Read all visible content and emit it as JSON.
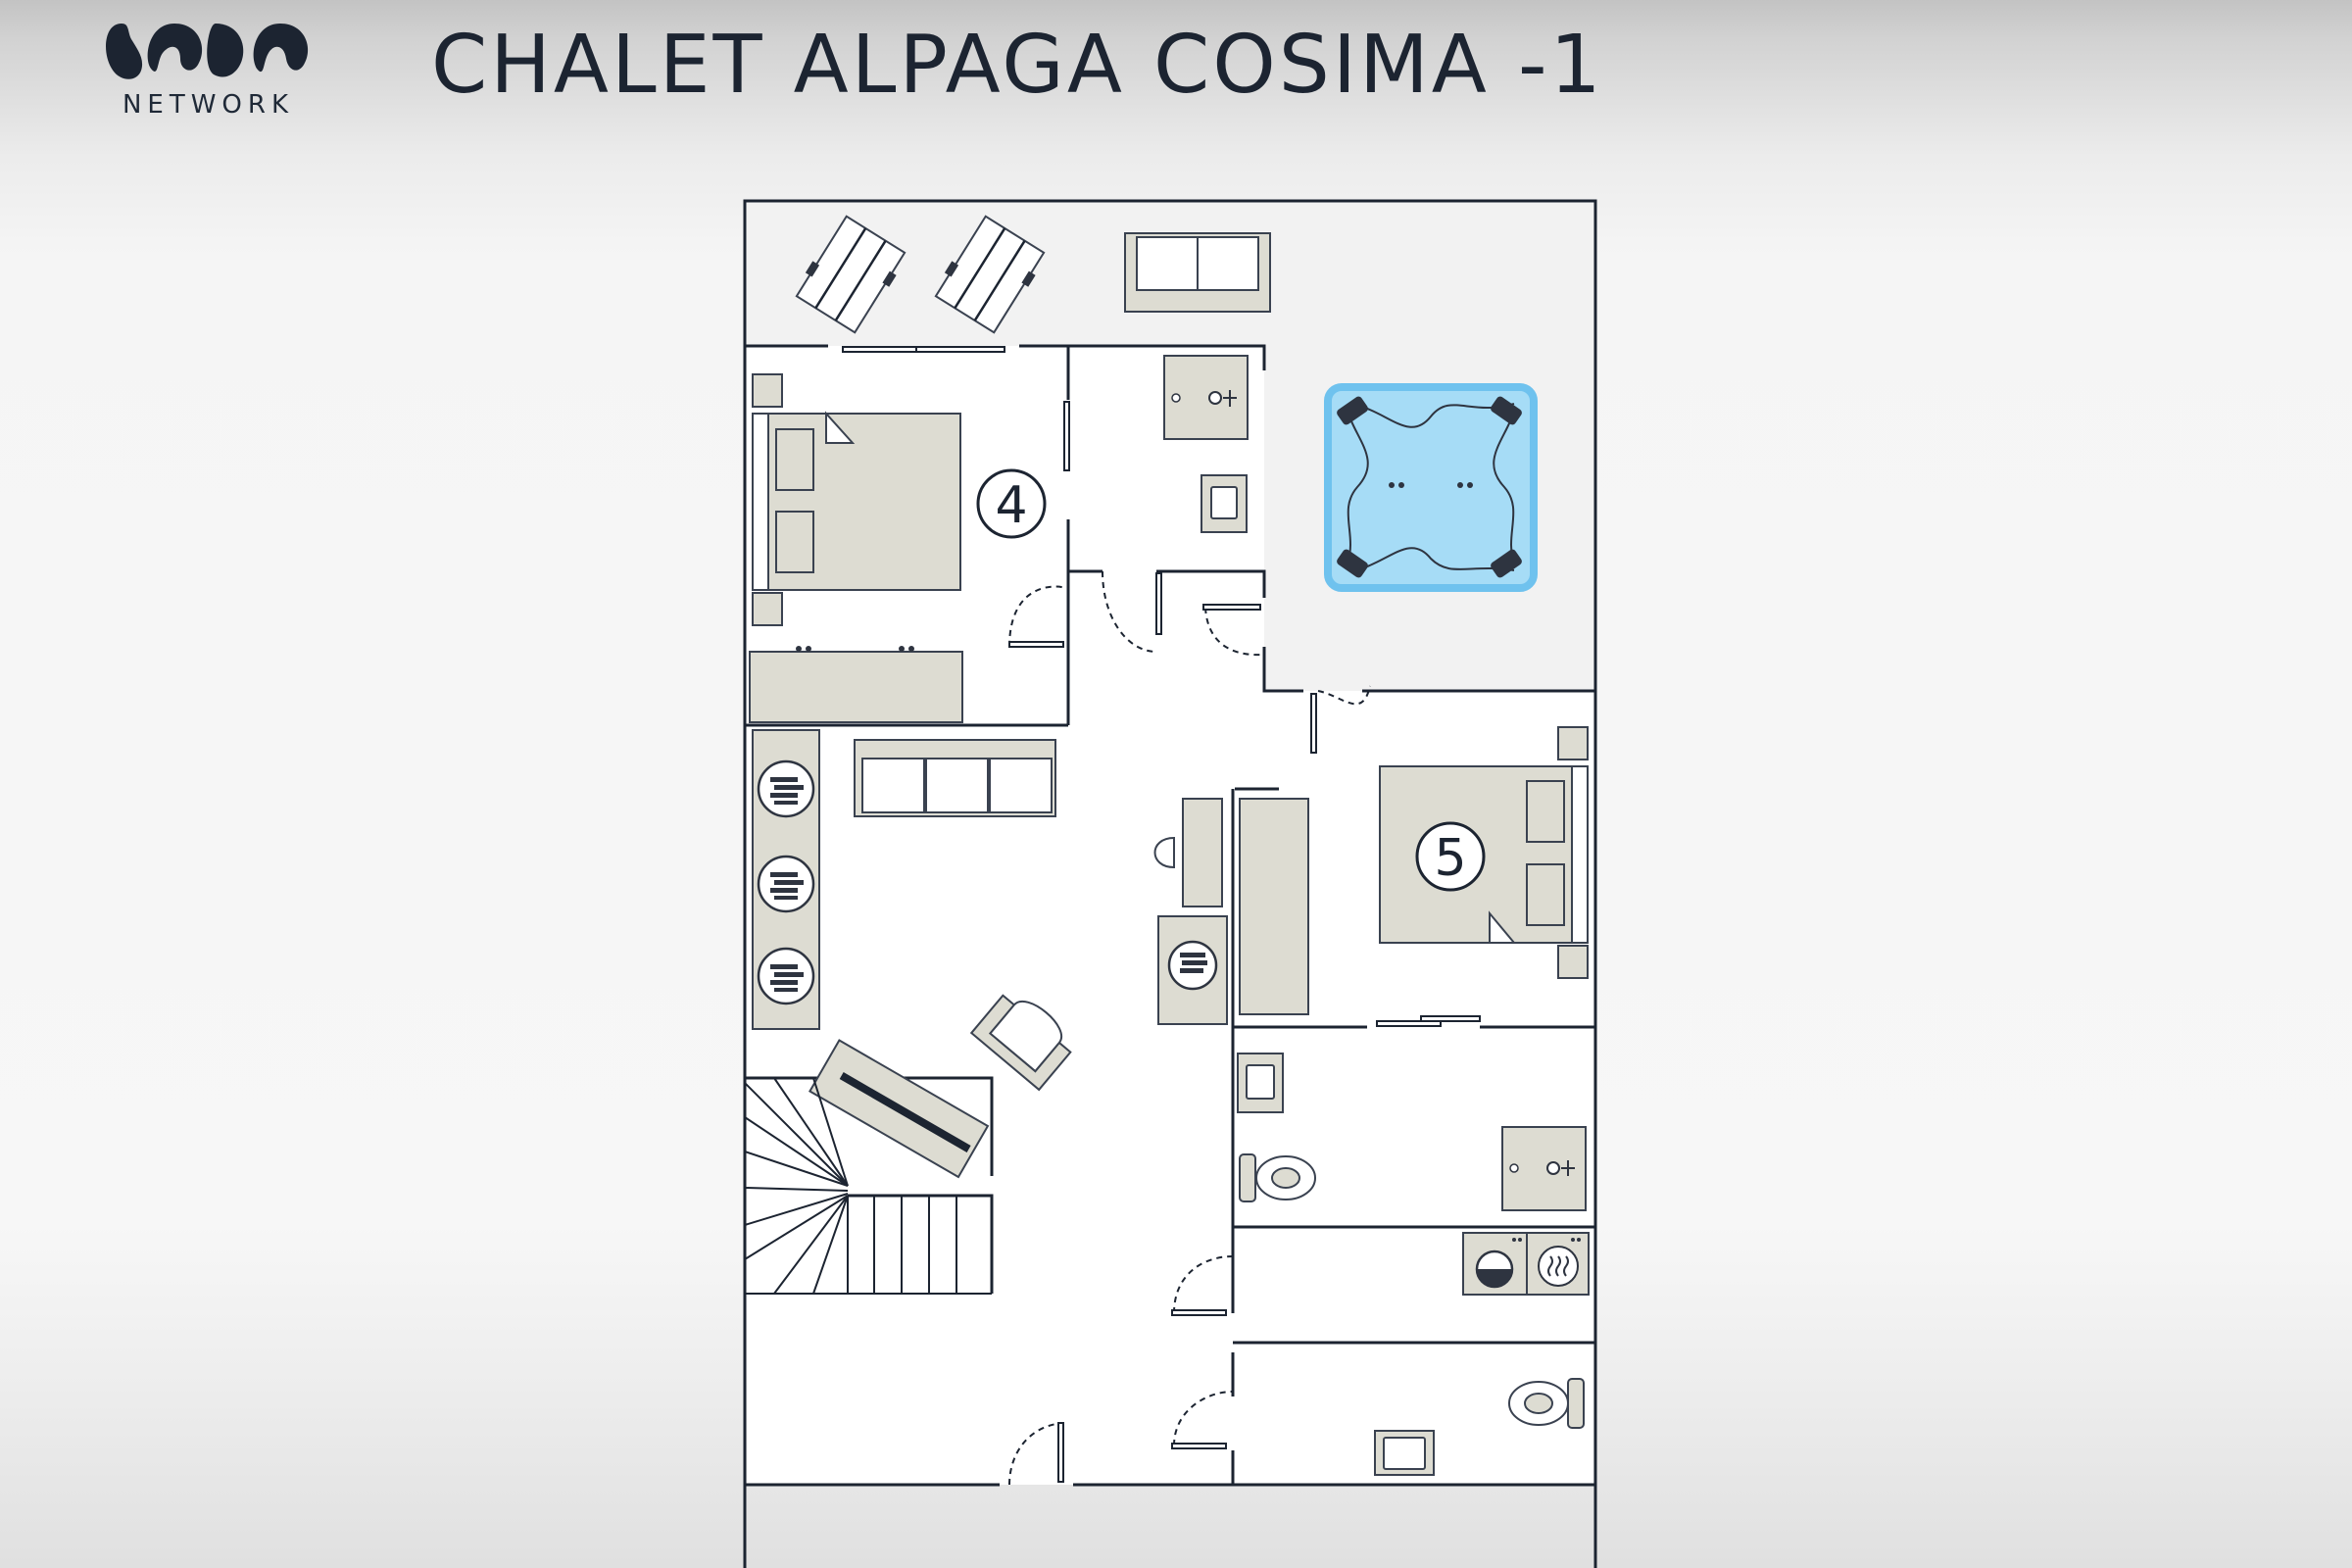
{
  "title": "CHALET ALPAGA COSIMA -1",
  "logo": {
    "text": "NETWORK"
  },
  "rooms": [
    {
      "number": "4"
    },
    {
      "number": "5"
    }
  ],
  "colors": {
    "wall": "#1c2431",
    "furniture_fill": "#dddcd2",
    "furniture_stroke": "#3a4250",
    "hot_tub_water": "#a6dcf6",
    "hot_tub_rim": "#6fc2ee",
    "terrace_floor": "#f2f2f2",
    "room_floor": "#ffffff"
  }
}
